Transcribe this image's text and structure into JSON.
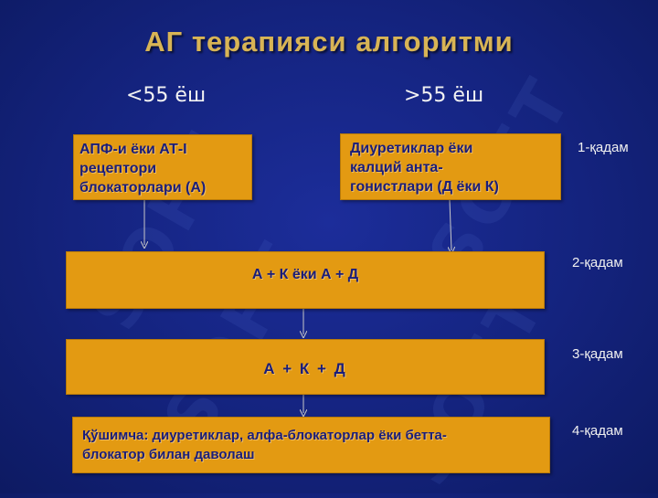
{
  "title": "АГ терапияси алгоритми",
  "age_groups": {
    "left": "<55 ёш",
    "right": ">55 ёш"
  },
  "boxes": {
    "left_start": "АПФ-и ёки АТ-I\nрецептори\nблокаторлари (А)",
    "right_start": "Диуретиклар ёки\nкалций анта-\nгонистлари (Д ёки К)",
    "step2": "А + К ёки  А + Д",
    "step3": "А + К + Д",
    "step4": "Қўшимча: диуретиклар, алфа-блокаторлар ёки бетта-\nблокатор билан даволаш"
  },
  "steps": [
    "1-қадам",
    "2-қадам",
    "3-қадам",
    "4-қадам"
  ],
  "watermark": "SOFT",
  "colors": {
    "background": "#14237e",
    "box": "#e39a12",
    "box_text": "#1a1d7a",
    "title": "#d8b455"
  }
}
